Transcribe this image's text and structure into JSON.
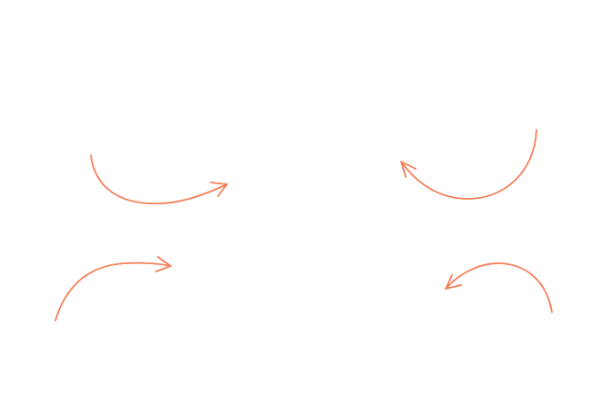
{
  "colors": {
    "background": "#ffffff",
    "arrow_stroke": "#f47f59"
  },
  "arrows": [
    {
      "icon": "curved-arrow-right-icon",
      "direction": "right"
    },
    {
      "icon": "curved-arrow-left-icon",
      "direction": "left"
    },
    {
      "icon": "curved-arrow-right-icon",
      "direction": "right"
    },
    {
      "icon": "curved-arrow-left-icon",
      "direction": "left"
    }
  ]
}
